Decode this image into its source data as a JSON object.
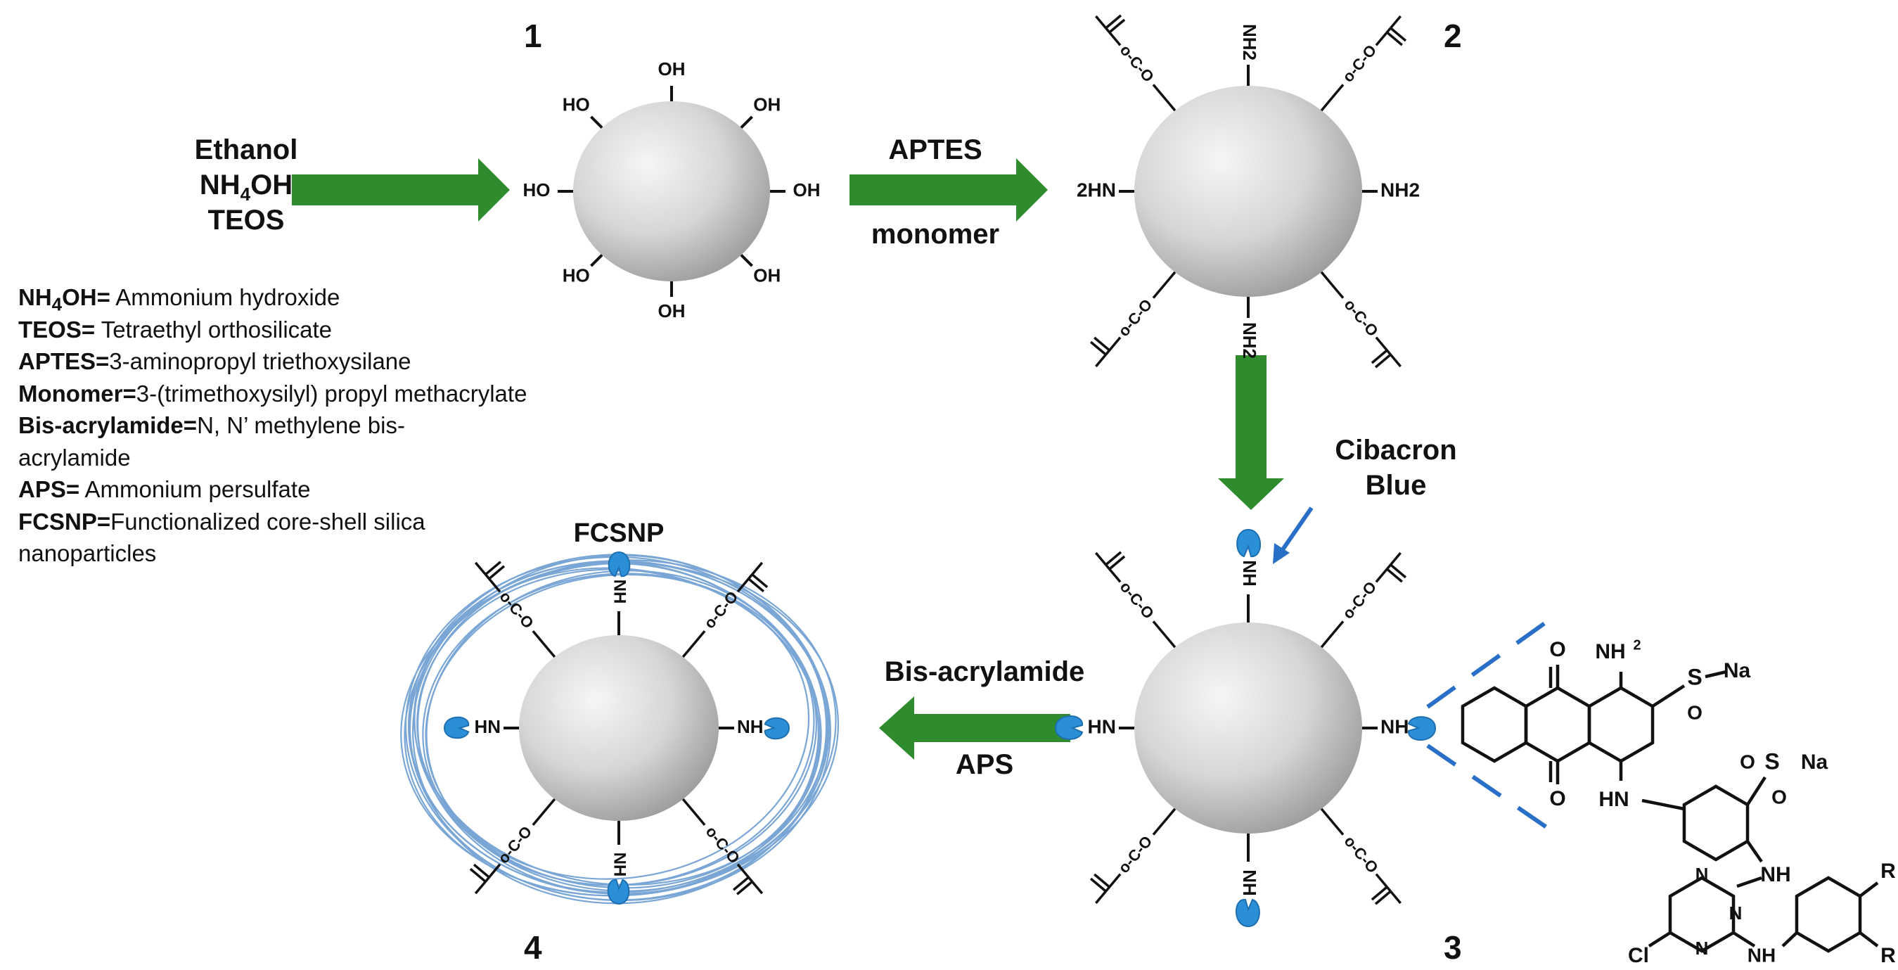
{
  "stages": {
    "s1": "1",
    "s2": "2",
    "s3": "3",
    "s4": "4"
  },
  "step1": {
    "line1": "Ethanol",
    "line2_main": "NH",
    "line2_sub": "4",
    "line2_end": "OH",
    "line3": "TEOS"
  },
  "step2": {
    "top": "APTES",
    "bottom": "monomer"
  },
  "step3": {
    "label_line1": "Cibacron",
    "label_line2": "Blue"
  },
  "step4": {
    "top": "Bis-acrylamide",
    "bottom": "APS"
  },
  "fcsnp_label": "FCSNP",
  "groups": {
    "hydroxyl": "OH",
    "hydroxyl_left": "HO",
    "amine_right": "NH2",
    "amine_left": "2HN",
    "hn_left": "HN",
    "nh_right": "NH",
    "ester_o": "O",
    "ester_c": "C",
    "methacrylate_text": "o-C-O"
  },
  "molecule": {
    "nh2": "NH",
    "nh2_sub": "2",
    "so3na_1": "S",
    "so3na_2": "S",
    "na_1": "Na",
    "na_2": "Na",
    "o": "O",
    "hn": "HN",
    "nh": "NH",
    "nh_2": "NH",
    "n": "N",
    "cl": "Cl",
    "r": "R"
  },
  "legend": {
    "nh4oh_key_main": "NH",
    "nh4oh_key_sub": "4",
    "nh4oh_key_end": "OH=",
    "nh4oh_val": " Ammonium hydroxide",
    "teos_key": "TEOS=",
    "teos_val": " Tetraethyl orthosilicate",
    "aptes_key": "APTES=",
    "aptes_val": "3-aminopropyl triethoxysilane",
    "monomer_key": "Monomer=",
    "monomer_val": "3-(trimethoxysilyl)        propyl methacrylate",
    "bis_key": "Bis-acrylamide=",
    "bis_val": "N, N’ methylene bis-acrylamide",
    "aps_key": "APS=",
    "aps_val": " Ammonium persulfate",
    "fcsnp_key": "FCSNP=",
    "fcsnp_val": "Functionalized core-shell silica nanoparticles"
  },
  "colors": {
    "arrow_green": "#2e8b2e",
    "sphere_light": "#f4f4f4",
    "sphere_dark": "#a8a8a8",
    "dye_blue": "#2b8fd8",
    "pointer_blue": "#2a6fc7",
    "shell_blue": "#7aa6d6"
  }
}
